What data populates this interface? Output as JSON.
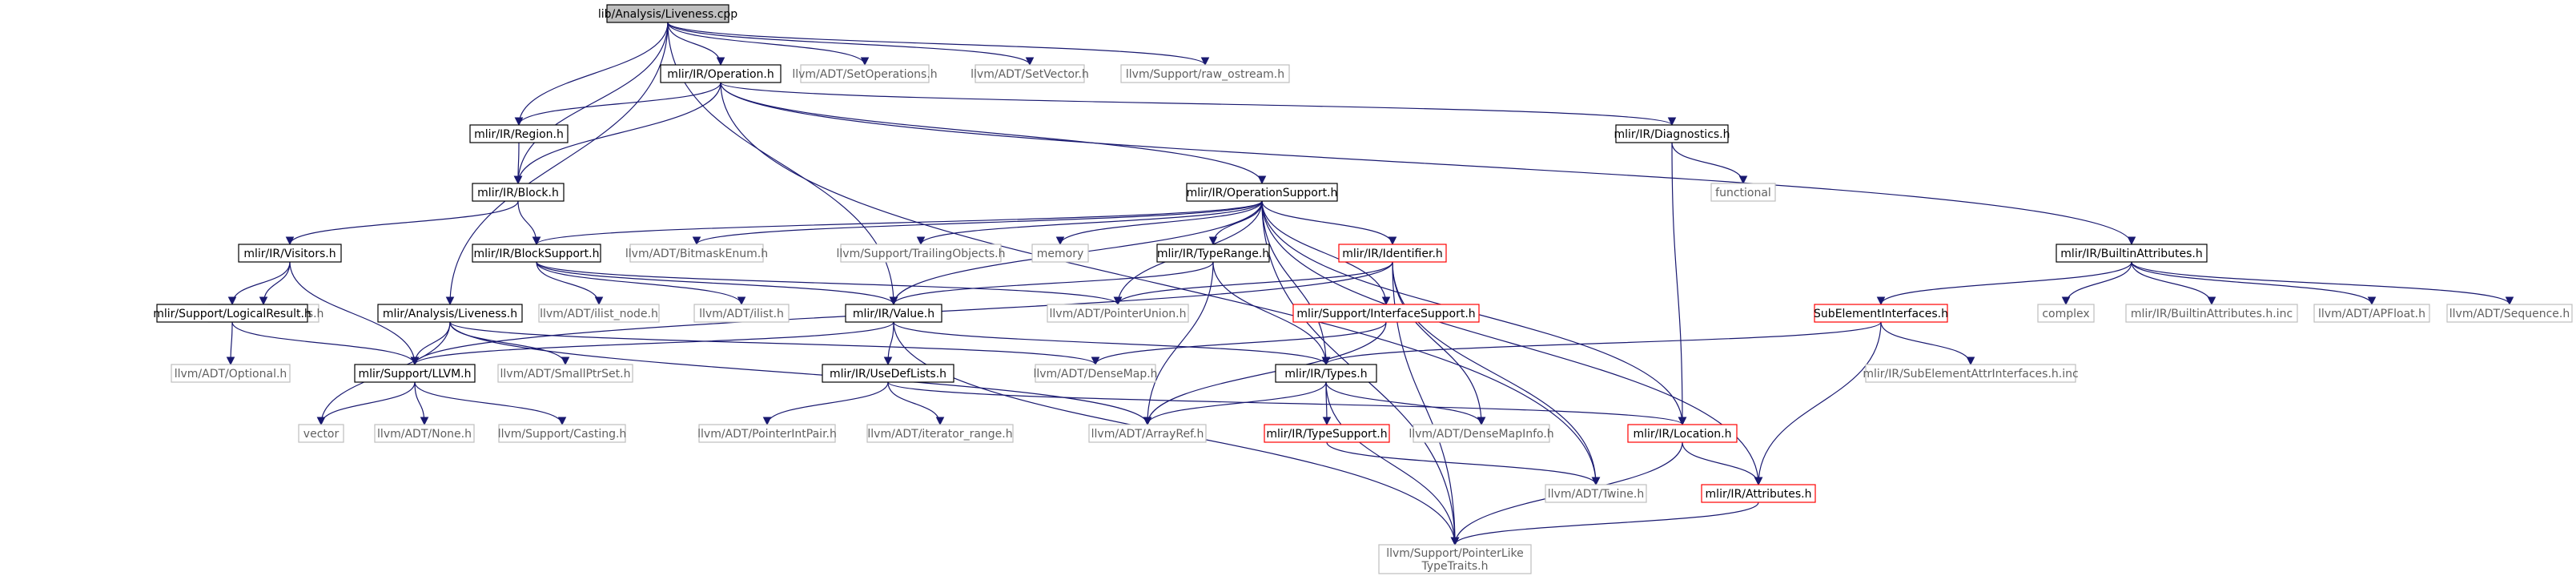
{
  "nodes": {
    "liveness_cpp": {
      "label": "lib/Analysis/Liveness.cpp",
      "style": "root"
    },
    "operation_h": {
      "label": "mlir/IR/Operation.h",
      "style": "std"
    },
    "setoperations_h": {
      "label": "llvm/ADT/SetOperations.h",
      "style": "ext"
    },
    "setvector_h": {
      "label": "llvm/ADT/SetVector.h",
      "style": "ext"
    },
    "raw_ostream_h": {
      "label": "llvm/Support/raw_ostream.h",
      "style": "ext"
    },
    "region_h": {
      "label": "mlir/IR/Region.h",
      "style": "std"
    },
    "diagnostics_h": {
      "label": "mlir/IR/Diagnostics.h",
      "style": "std"
    },
    "block_h": {
      "label": "mlir/IR/Block.h",
      "style": "std"
    },
    "functional": {
      "label": "functional",
      "style": "ext"
    },
    "operationsupport_h": {
      "label": "mlir/IR/OperationSupport.h",
      "style": "std"
    },
    "visitors_h": {
      "label": "mlir/IR/Visitors.h",
      "style": "std"
    },
    "blocksupport_h": {
      "label": "mlir/IR/BlockSupport.h",
      "style": "std"
    },
    "bitmaskenum_h": {
      "label": "llvm/ADT/BitmaskEnum.h",
      "style": "ext"
    },
    "trailingobjects_h": {
      "label": "llvm/Support/TrailingObjects.h",
      "style": "ext"
    },
    "memory": {
      "label": "memory",
      "style": "ext"
    },
    "typerange_h": {
      "label": "mlir/IR/TypeRange.h",
      "style": "std"
    },
    "identifier_h": {
      "label": "mlir/IR/Identifier.h",
      "style": "red"
    },
    "builtinattributes_h": {
      "label": "mlir/IR/BuiltinAttributes.h",
      "style": "std"
    },
    "stlextras_h": {
      "label": "llvm/ADT/STLExtras.h",
      "style": "ext"
    },
    "logicalresult_h": {
      "label": "mlir/Support/LogicalResult.h",
      "style": "std"
    },
    "analysis_liveness_h": {
      "label": "mlir/Analysis/Liveness.h",
      "style": "std"
    },
    "ilist_node_h": {
      "label": "llvm/ADT/ilist_node.h",
      "style": "ext"
    },
    "ilist_h": {
      "label": "llvm/ADT/ilist.h",
      "style": "ext"
    },
    "value_h": {
      "label": "mlir/IR/Value.h",
      "style": "std"
    },
    "pointerunion_h": {
      "label": "llvm/ADT/PointerUnion.h",
      "style": "ext"
    },
    "interfacesupport_h": {
      "label": "mlir/Support/InterfaceSupport.h",
      "style": "red"
    },
    "subelementinterfaces_h": {
      "label": "SubElementInterfaces.h",
      "style": "red"
    },
    "complex": {
      "label": "complex",
      "style": "ext"
    },
    "builtinattributes_h_inc": {
      "label": "mlir/IR/BuiltinAttributes.h.inc",
      "style": "ext"
    },
    "apfloat_h": {
      "label": "llvm/ADT/APFloat.h",
      "style": "ext"
    },
    "sequence_h": {
      "label": "llvm/ADT/Sequence.h",
      "style": "ext"
    },
    "optional_h": {
      "label": "llvm/ADT/Optional.h",
      "style": "ext"
    },
    "llvm_h": {
      "label": "mlir/Support/LLVM.h",
      "style": "std"
    },
    "smallptrset_h": {
      "label": "llvm/ADT/SmallPtrSet.h",
      "style": "ext"
    },
    "usedeflists_h": {
      "label": "mlir/IR/UseDefLists.h",
      "style": "std"
    },
    "densemap_h": {
      "label": "llvm/ADT/DenseMap.h",
      "style": "ext"
    },
    "types_h": {
      "label": "mlir/IR/Types.h",
      "style": "std"
    },
    "subelementattrinterfaces_h_inc": {
      "label": "mlir/IR/SubElementAttrInterfaces.h.inc",
      "style": "ext"
    },
    "vector": {
      "label": "vector",
      "style": "ext"
    },
    "none_h": {
      "label": "llvm/ADT/None.h",
      "style": "ext"
    },
    "casting_h": {
      "label": "llvm/Support/Casting.h",
      "style": "ext"
    },
    "pointerintpair_h": {
      "label": "llvm/ADT/PointerIntPair.h",
      "style": "ext"
    },
    "iterator_range_h": {
      "label": "llvm/ADT/iterator_range.h",
      "style": "ext"
    },
    "arrayref_h": {
      "label": "llvm/ADT/ArrayRef.h",
      "style": "ext"
    },
    "typesupport_h": {
      "label": "mlir/IR/TypeSupport.h",
      "style": "red"
    },
    "densemapinfo_h": {
      "label": "llvm/ADT/DenseMapInfo.h",
      "style": "ext"
    },
    "location_h": {
      "label": "mlir/IR/Location.h",
      "style": "red"
    },
    "twine_h": {
      "label": "llvm/ADT/Twine.h",
      "style": "ext"
    },
    "attributes_h": {
      "label": "mlir/IR/Attributes.h",
      "style": "red"
    },
    "pointerliketypetraits_h": {
      "label": [
        "llvm/Support/PointerLike",
        "TypeTraits.h"
      ],
      "style": "ext"
    }
  },
  "edges": [
    [
      "liveness_cpp",
      "analysis_liveness_h"
    ],
    [
      "liveness_cpp",
      "block_h"
    ],
    [
      "liveness_cpp",
      "operation_h"
    ],
    [
      "liveness_cpp",
      "region_h"
    ],
    [
      "liveness_cpp",
      "setoperations_h"
    ],
    [
      "liveness_cpp",
      "setvector_h"
    ],
    [
      "liveness_cpp",
      "raw_ostream_h"
    ],
    [
      "liveness_cpp",
      "value_h"
    ],
    [
      "operation_h",
      "region_h"
    ],
    [
      "operation_h",
      "block_h"
    ],
    [
      "operation_h",
      "diagnostics_h"
    ],
    [
      "operation_h",
      "operationsupport_h"
    ],
    [
      "operation_h",
      "builtinattributes_h"
    ],
    [
      "operation_h",
      "twine_h"
    ],
    [
      "region_h",
      "block_h"
    ],
    [
      "block_h",
      "visitors_h"
    ],
    [
      "block_h",
      "blocksupport_h"
    ],
    [
      "diagnostics_h",
      "functional"
    ],
    [
      "diagnostics_h",
      "location_h"
    ],
    [
      "operationsupport_h",
      "blocksupport_h"
    ],
    [
      "operationsupport_h",
      "bitmaskenum_h"
    ],
    [
      "operationsupport_h",
      "trailingobjects_h"
    ],
    [
      "operationsupport_h",
      "memory"
    ],
    [
      "operationsupport_h",
      "typerange_h"
    ],
    [
      "operationsupport_h",
      "identifier_h"
    ],
    [
      "operationsupport_h",
      "value_h"
    ],
    [
      "operationsupport_h",
      "pointerunion_h"
    ],
    [
      "operationsupport_h",
      "interfacesupport_h"
    ],
    [
      "operationsupport_h",
      "types_h"
    ],
    [
      "operationsupport_h",
      "location_h"
    ],
    [
      "operationsupport_h",
      "attributes_h"
    ],
    [
      "operationsupport_h",
      "pointerliketypetraits_h"
    ],
    [
      "visitors_h",
      "stlextras_h"
    ],
    [
      "visitors_h",
      "logicalresult_h"
    ],
    [
      "visitors_h",
      "llvm_h"
    ],
    [
      "blocksupport_h",
      "ilist_node_h"
    ],
    [
      "blocksupport_h",
      "ilist_h"
    ],
    [
      "blocksupport_h",
      "value_h"
    ],
    [
      "blocksupport_h",
      "pointerunion_h"
    ],
    [
      "typerange_h",
      "value_h"
    ],
    [
      "typerange_h",
      "types_h"
    ],
    [
      "typerange_h",
      "arrayref_h"
    ],
    [
      "identifier_h",
      "llvm_h"
    ],
    [
      "identifier_h",
      "pointerunion_h"
    ],
    [
      "identifier_h",
      "densemapinfo_h"
    ],
    [
      "identifier_h",
      "twine_h"
    ],
    [
      "identifier_h",
      "pointerliketypetraits_h"
    ],
    [
      "builtinattributes_h",
      "subelementinterfaces_h"
    ],
    [
      "builtinattributes_h",
      "complex"
    ],
    [
      "builtinattributes_h",
      "builtinattributes_h_inc"
    ],
    [
      "builtinattributes_h",
      "apfloat_h"
    ],
    [
      "builtinattributes_h",
      "sequence_h"
    ],
    [
      "logicalresult_h",
      "optional_h"
    ],
    [
      "logicalresult_h",
      "llvm_h"
    ],
    [
      "analysis_liveness_h",
      "vector"
    ],
    [
      "analysis_liveness_h",
      "llvm_h"
    ],
    [
      "analysis_liveness_h",
      "smallptrset_h"
    ],
    [
      "analysis_liveness_h",
      "densemap_h"
    ],
    [
      "analysis_liveness_h",
      "arrayref_h"
    ],
    [
      "value_h",
      "llvm_h"
    ],
    [
      "value_h",
      "usedeflists_h"
    ],
    [
      "value_h",
      "types_h"
    ],
    [
      "value_h",
      "pointerliketypetraits_h"
    ],
    [
      "interfacesupport_h",
      "densemap_h"
    ],
    [
      "interfacesupport_h",
      "arrayref_h"
    ],
    [
      "subelementinterfaces_h",
      "types_h"
    ],
    [
      "subelementinterfaces_h",
      "subelementattrinterfaces_h_inc"
    ],
    [
      "subelementinterfaces_h",
      "attributes_h"
    ],
    [
      "llvm_h",
      "vector"
    ],
    [
      "llvm_h",
      "none_h"
    ],
    [
      "llvm_h",
      "casting_h"
    ],
    [
      "usedeflists_h",
      "pointerintpair_h"
    ],
    [
      "usedeflists_h",
      "iterator_range_h"
    ],
    [
      "usedeflists_h",
      "location_h"
    ],
    [
      "types_h",
      "arrayref_h"
    ],
    [
      "types_h",
      "typesupport_h"
    ],
    [
      "types_h",
      "densemapinfo_h"
    ],
    [
      "types_h",
      "pointerliketypetraits_h"
    ],
    [
      "typesupport_h",
      "twine_h"
    ],
    [
      "location_h",
      "attributes_h"
    ],
    [
      "location_h",
      "pointerliketypetraits_h"
    ],
    [
      "attributes_h",
      "pointerliketypetraits_h"
    ]
  ],
  "colors": {
    "edge": "#191970",
    "root_fill": "#bfbfbf",
    "border": "#000000",
    "external_border": "#bfbfbf",
    "highlight_border": "#ff0000",
    "external_text": "#606060"
  }
}
